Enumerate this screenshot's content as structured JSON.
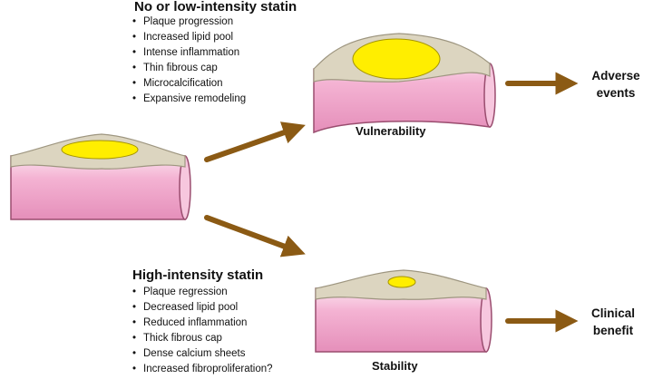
{
  "top_branch": {
    "heading": "No or low-intensity statin",
    "bullets": [
      "Plaque progression",
      "Increased lipid pool",
      "Intense inflammation",
      "Thin fibrous cap",
      "Microcalcification",
      "Expansive remodeling"
    ],
    "state_label": "Vulnerability",
    "outcome_line1": "Adverse",
    "outcome_line2": "events"
  },
  "bottom_branch": {
    "heading": "High-intensity statin",
    "bullets": [
      "Plaque regression",
      "Decreased lipid pool",
      "Reduced inflammation",
      "Thick fibrous cap",
      "Dense calcium sheets",
      "Increased fibroproliferation?"
    ],
    "state_label": "Stability",
    "outcome_line1": "Clinical",
    "outcome_line2": "benefit"
  },
  "colors": {
    "vessel_wall": "#f2aed0",
    "vessel_edge": "#9a4d6f",
    "plaque_cap": "#dcd5c0",
    "lipid_core": "#ffee00",
    "arrow": "#8b5a14"
  }
}
